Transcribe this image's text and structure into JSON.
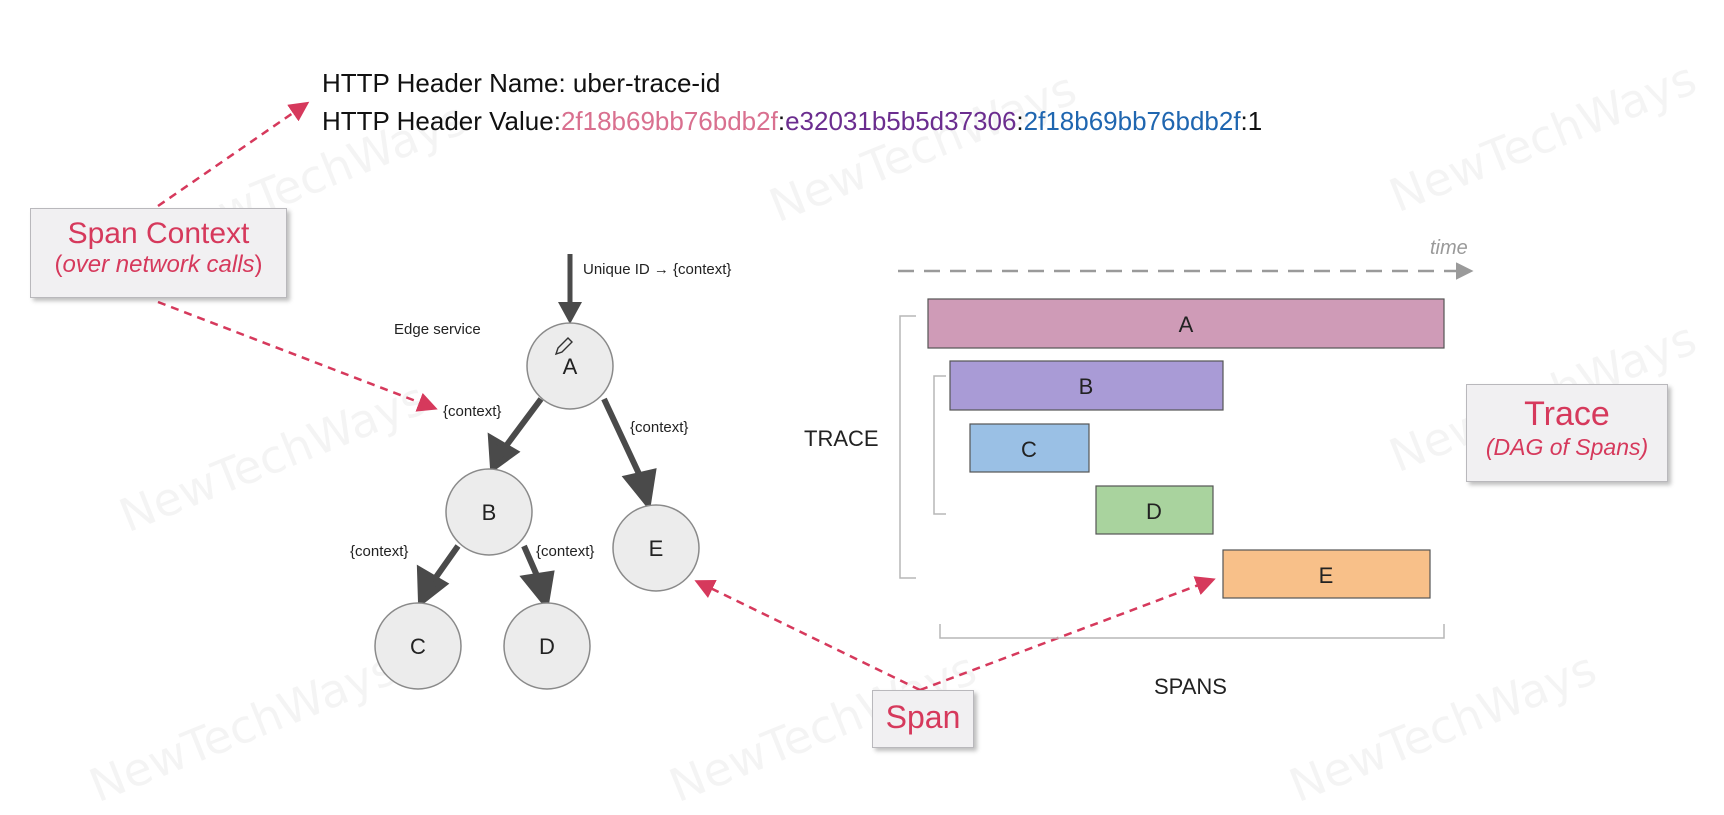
{
  "header": {
    "name_line": "HTTP Header Name: uber-trace-id",
    "value_label": "HTTP Header Value:",
    "trace_id": "2f18b69bb76bdb2f",
    "sep1": ":",
    "span_id": "e32031b5b5d37306",
    "sep2": ":",
    "parent_id": "2f18b69bb76bdb2f",
    "sep3": ":",
    "flags": "1",
    "colors": {
      "trace_id": "#d9708f",
      "span_id": "#6b2d8f",
      "parent_id": "#1f66b0"
    }
  },
  "callouts": {
    "span_context": {
      "title": "Span Context",
      "open": "(",
      "subtitle": "over network calls",
      "close": ")"
    },
    "trace": {
      "title": "Trace",
      "subtitle": "(DAG of Spans)"
    },
    "span": {
      "title": "Span"
    }
  },
  "tree": {
    "incoming_label": "Unique ID → {context}",
    "edge_service_label": "Edge service",
    "nodes": {
      "a": "A",
      "b": "B",
      "c": "C",
      "d": "D",
      "e": "E"
    },
    "edge_labels": {
      "a_b": "{context}",
      "a_e": "{context}",
      "b_c": "{context}",
      "b_d": "{context}"
    }
  },
  "timeline": {
    "time_label": "time",
    "trace_label": "TRACE",
    "spans_label": "SPANS",
    "bars": [
      {
        "label": "A",
        "color": "#cf9bb7"
      },
      {
        "label": "B",
        "color": "#a99bd6"
      },
      {
        "label": "C",
        "color": "#9ac0e5"
      },
      {
        "label": "D",
        "color": "#a9d39e"
      },
      {
        "label": "E",
        "color": "#f8c089"
      }
    ]
  },
  "watermark": {
    "text": "NewTechWays"
  },
  "accent_color": "#d6395c"
}
